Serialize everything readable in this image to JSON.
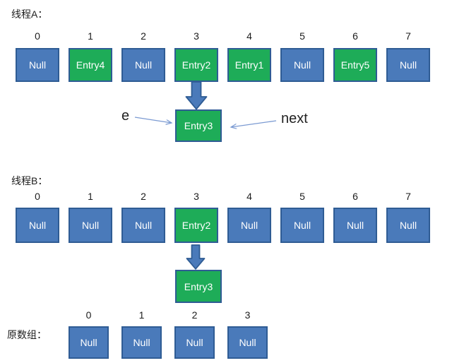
{
  "colors": {
    "box_blue": "#4a7aba",
    "box_green": "#1eac58",
    "box_border": "#2f5c94",
    "block_arrow_fill": "#4a7aba",
    "thin_arrow": "#7b9ad2"
  },
  "thread_a": {
    "label": "线程A：",
    "indices": [
      "0",
      "1",
      "2",
      "3",
      "4",
      "5",
      "6",
      "7"
    ],
    "cells": [
      {
        "text": "Null",
        "kind": "null"
      },
      {
        "text": "Entry4",
        "kind": "entry"
      },
      {
        "text": "Null",
        "kind": "null"
      },
      {
        "text": "Entry2",
        "kind": "entry"
      },
      {
        "text": "Entry1",
        "kind": "entry"
      },
      {
        "text": "Null",
        "kind": "null"
      },
      {
        "text": "Entry5",
        "kind": "entry"
      },
      {
        "text": "Null",
        "kind": "null"
      }
    ],
    "detached_node": {
      "text": "Entry3",
      "kind": "entry"
    },
    "pointer_e": "e",
    "pointer_next": "next"
  },
  "thread_b": {
    "label": "线程B：",
    "indices": [
      "0",
      "1",
      "2",
      "3",
      "4",
      "5",
      "6",
      "7"
    ],
    "cells": [
      {
        "text": "Null",
        "kind": "null"
      },
      {
        "text": "Null",
        "kind": "null"
      },
      {
        "text": "Null",
        "kind": "null"
      },
      {
        "text": "Entry2",
        "kind": "entry"
      },
      {
        "text": "Null",
        "kind": "null"
      },
      {
        "text": "Null",
        "kind": "null"
      },
      {
        "text": "Null",
        "kind": "null"
      },
      {
        "text": "Null",
        "kind": "null"
      }
    ],
    "detached_node": {
      "text": "Entry3",
      "kind": "entry"
    }
  },
  "original_array": {
    "label": "原数组：",
    "indices": [
      "0",
      "1",
      "2",
      "3"
    ],
    "cells": [
      {
        "text": "Null",
        "kind": "null"
      },
      {
        "text": "Null",
        "kind": "null"
      },
      {
        "text": "Null",
        "kind": "null"
      },
      {
        "text": "Null",
        "kind": "null"
      }
    ]
  }
}
